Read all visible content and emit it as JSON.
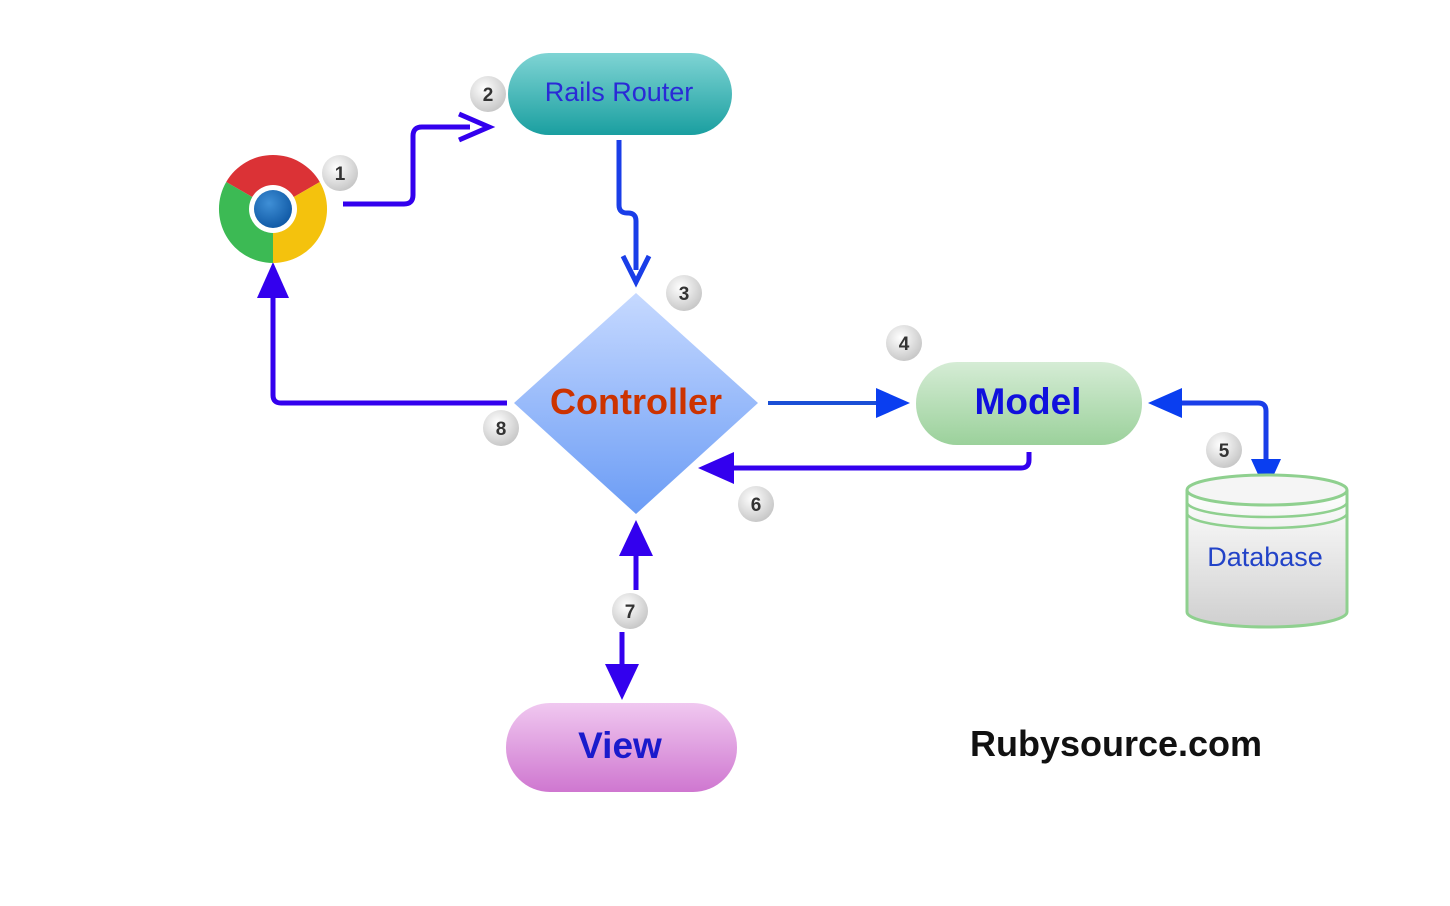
{
  "nodes": {
    "router": {
      "label": "Rails Router"
    },
    "controller": {
      "label": "Controller"
    },
    "model": {
      "label": "Model"
    },
    "database": {
      "label": "Database"
    },
    "view": {
      "label": "View"
    },
    "browser": {
      "icon": "chrome-browser-icon"
    }
  },
  "steps": [
    "1",
    "2",
    "3",
    "4",
    "5",
    "6",
    "7",
    "8"
  ],
  "watermark": "Rubysource.com",
  "colors": {
    "arrow_blue": "#3300ee",
    "arrow_blue_light": "#1a3ee8",
    "router_fill": "#20a9a9",
    "controller_fill": "#7aa5f7",
    "controller_text": "#cc3300",
    "model_fill": "#a5d6a7",
    "model_text": "#1010dd",
    "database_fill": "#d9d9d9",
    "database_stroke": "#8fd08f",
    "database_text": "#2243c8",
    "view_fill": "#d78ad8",
    "view_text": "#1a1acc",
    "badge_fill": "#d8d8d8"
  }
}
